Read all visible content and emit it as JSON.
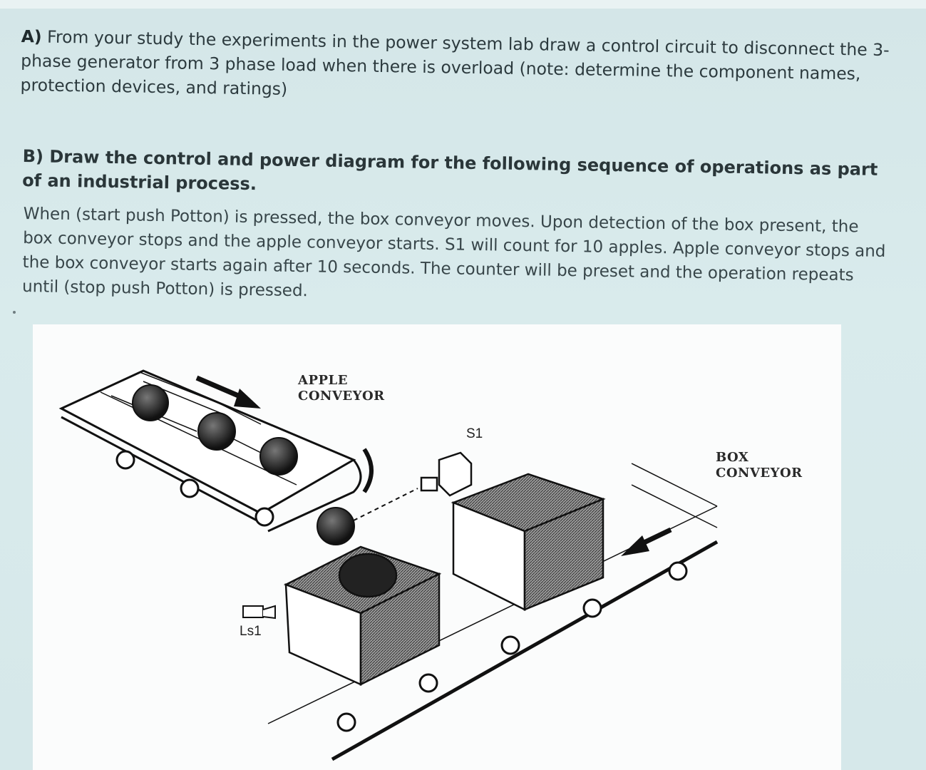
{
  "question_a": {
    "label": "A)",
    "text": "From your study the experiments in the power system lab draw a control circuit to disconnect the 3-phase generator from 3 phase load when there is overload (note: determine the component names, protection devices, and ratings)"
  },
  "question_b": {
    "title": "B) Draw the control and power diagram for the following sequence of operations as part of an industrial process.",
    "body": "When (start push Potton) is pressed, the box conveyor moves. Upon detection of the box present, the box conveyor stops and the apple conveyor starts. S1 will count for 10 apples. Apple conveyor stops and the box conveyor starts again after 10 seconds. The counter will be preset and the operation repeats until (stop push Potton) is pressed."
  },
  "figure": {
    "apple_conveyor_label_1": "APPLE",
    "apple_conveyor_label_2": "CONVEYOR",
    "sensor_s1": "S1",
    "box_conveyor_label_1": "BOX",
    "box_conveyor_label_2": "CONVEYOR",
    "limit_switch": "Ls1"
  }
}
